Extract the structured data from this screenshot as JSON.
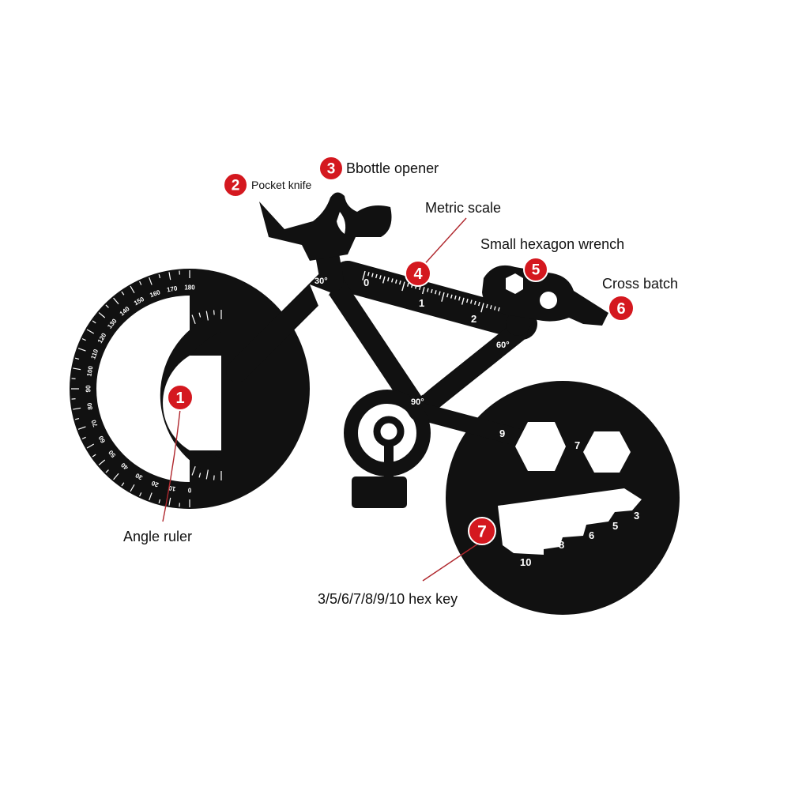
{
  "colors": {
    "tool": "#111111",
    "badge": "#d4181f",
    "leader": "#b0282e",
    "label_text": "#111111"
  },
  "callouts": [
    {
      "number": "1",
      "label": "Angle ruler"
    },
    {
      "number": "2",
      "label": "Pocket knife"
    },
    {
      "number": "3",
      "label": "Bbottle opener"
    },
    {
      "number": "4",
      "label": "Metric scale"
    },
    {
      "number": "5",
      "label": "Small hexagon wrench"
    },
    {
      "number": "6",
      "label": "Cross batch"
    },
    {
      "number": "7",
      "label": "3/5/6/7/8/9/10 hex key"
    }
  ],
  "engravings": {
    "angles": [
      "30°",
      "60°",
      "90°"
    ],
    "scale_marks": [
      "0",
      "1",
      "2"
    ],
    "hex_sizes_top": [
      "9",
      "7"
    ],
    "hex_key_sizes": [
      "10",
      "8",
      "6",
      "5",
      "3"
    ],
    "protractor_labels": [
      "180",
      "170",
      "160",
      "150",
      "140",
      "130",
      "120",
      "110",
      "100",
      "90",
      "80",
      "70",
      "60",
      "50",
      "40",
      "30",
      "20",
      "10",
      "0"
    ]
  }
}
